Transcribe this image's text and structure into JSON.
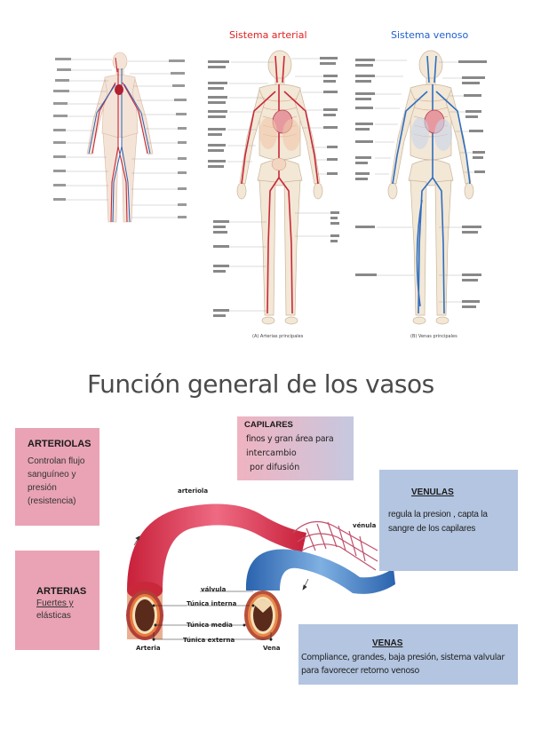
{
  "header": {
    "arterial_title": "Sistema arterial",
    "venous_title": "Sistema venoso",
    "arterial_caption": "(A) Arterias principales",
    "venous_caption": "(B) Venas principales"
  },
  "heading": "Función general de los vasos",
  "boxes": {
    "arteriolas": {
      "title": "ARTERIOLAS",
      "line1": "Controlan flujo",
      "line2": "sanguíneo y",
      "line3": "presión",
      "line4": "(resistencia)"
    },
    "arterias": {
      "title": "ARTERIAS",
      "line1": "Fuertes y",
      "line2": "elásticas"
    },
    "capilares": {
      "title": "CAPILARES",
      "line1": "finos y gran área para",
      "line2": "intercambio",
      "line3": "por difusión"
    },
    "venulas": {
      "title": "VENULAS",
      "line1": "regula la presion , capta la",
      "line2": "sangre de los capilares"
    },
    "venas": {
      "title": "VENAS",
      "line1": "Compliance, grandes, baja presión, sistema valvular",
      "line2": "para favorecer retorno venoso"
    }
  },
  "diagram": {
    "arteriola": "arteriola",
    "venula": "vénula",
    "valvula": "válvula",
    "tunica_interna": "Túnica interna",
    "tunica_media": "Túnica media",
    "tunica_externa": "Túnica externa",
    "arteria": "Arteria",
    "vena": "Vena"
  },
  "colors": {
    "artery_red": "#d9304a",
    "vein_blue": "#3f7fc4",
    "pink_box": "#e9a3b5",
    "blue_box": "#b3c5e0",
    "arterial_title": "#e02020",
    "venous_title": "#1f5fd0"
  }
}
